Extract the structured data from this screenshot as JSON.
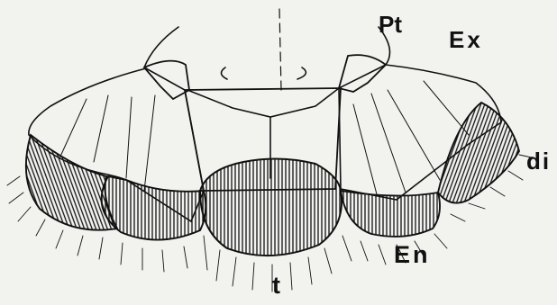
{
  "labels": {
    "pt": "Pt",
    "ex": "Ex",
    "di": "di",
    "en": "En",
    "t": "t"
  },
  "colors": {
    "background": "#f2f2ef",
    "ink": "#111111"
  }
}
